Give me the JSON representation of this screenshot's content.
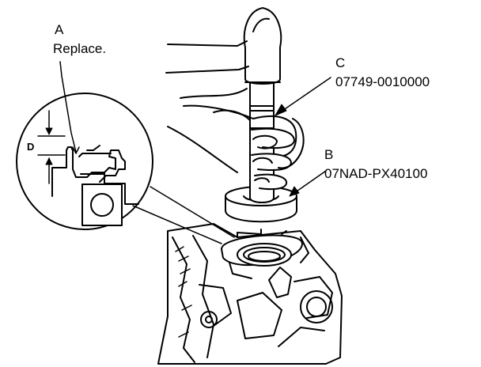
{
  "callouts": {
    "a": {
      "letter": "A",
      "text": "Replace."
    },
    "b": {
      "letter": "B",
      "text": "07NAD-PX40100"
    },
    "c": {
      "letter": "C",
      "text": "07749-0010000"
    },
    "d": {
      "letter": "D"
    }
  }
}
